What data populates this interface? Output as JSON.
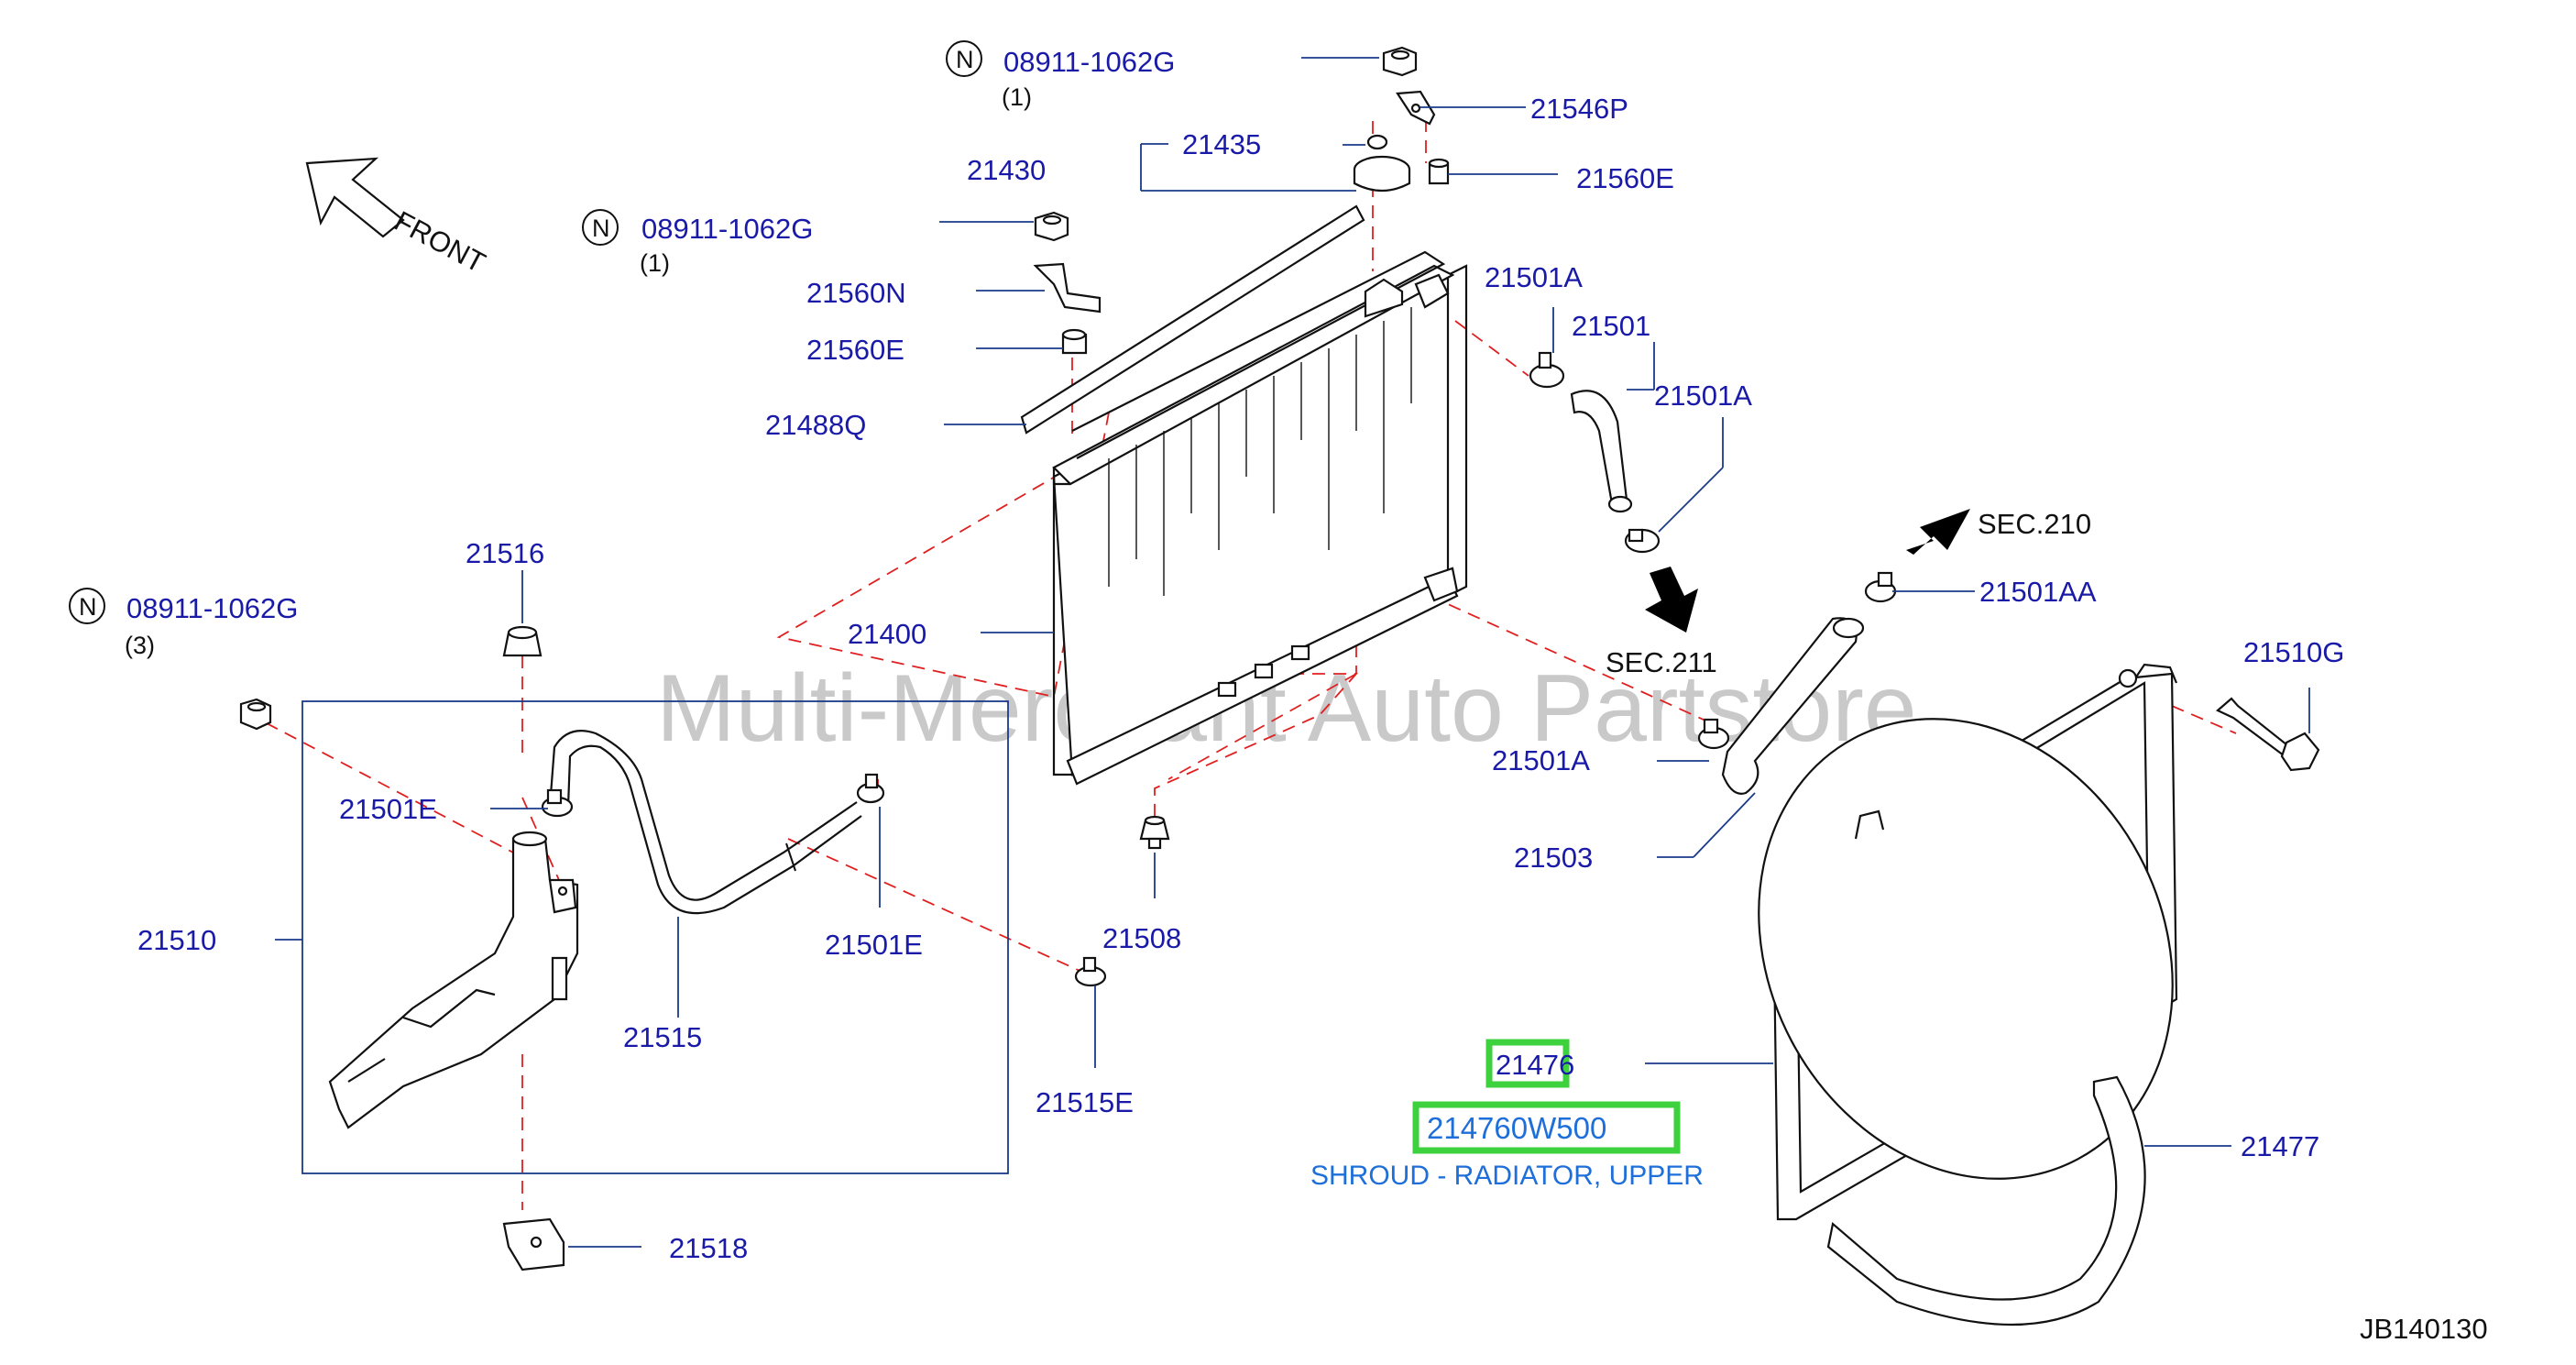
{
  "watermark": "Multi-Merchant Auto Partstore",
  "direction": {
    "label": "FRONT"
  },
  "nut_symbol": "N",
  "qty_1": "(1)",
  "qty_1b": "(1)",
  "qty_3": "(3)",
  "parts": {
    "nut_top": "08911-1062G",
    "nut_mid": "08911-1062G",
    "nut_left": "08911-1062G",
    "p21546P": "21546P",
    "p21435": "21435",
    "p21430": "21430",
    "p21560E_top": "21560E",
    "p21560N": "21560N",
    "p21560E_left": "21560E",
    "p21488Q": "21488Q",
    "p21501A_top": "21501A",
    "p21501": "21501",
    "p21501A_mid": "21501A",
    "p21501AA": "21501AA",
    "p21400": "21400",
    "p21516": "21516",
    "p21501E_left": "21501E",
    "p21510": "21510",
    "p21501E_right": "21501E",
    "p21515": "21515",
    "p21508": "21508",
    "p21515E": "21515E",
    "p21518": "21518",
    "p21501A_low": "21501A",
    "p21503": "21503",
    "p21510G": "21510G",
    "p21477": "21477",
    "p21476": "21476"
  },
  "sections": {
    "sec210": "SEC.210",
    "sec211": "SEC.211"
  },
  "highlight": {
    "part_number": "214760W500",
    "description": "SHROUD - RADIATOR, UPPER",
    "box_color": "#3dd23d",
    "text_color": "#1e6fd9"
  },
  "diagram_code": "JB140130",
  "colors": {
    "label": "#1a1aa8",
    "leader": "#1a3a8a",
    "dash": "#e02020"
  }
}
